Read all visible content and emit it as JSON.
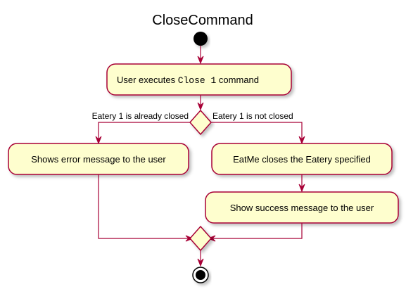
{
  "title": "CloseCommand",
  "colors": {
    "node_fill": "#FEFECE",
    "border": "#A80036",
    "start": "#000000"
  },
  "nodes": {
    "execute": {
      "text_before": "User executes ",
      "code": "Close 1",
      "text_after": " command"
    },
    "error": {
      "label": "Shows error message to the user"
    },
    "close": {
      "label": "EatMe closes the Eatery specified"
    },
    "success": {
      "label": "Show success message to the user"
    }
  },
  "branches": {
    "left_guard": "Eatery 1 is already closed",
    "right_guard": "Eatery 1 is not closed"
  }
}
